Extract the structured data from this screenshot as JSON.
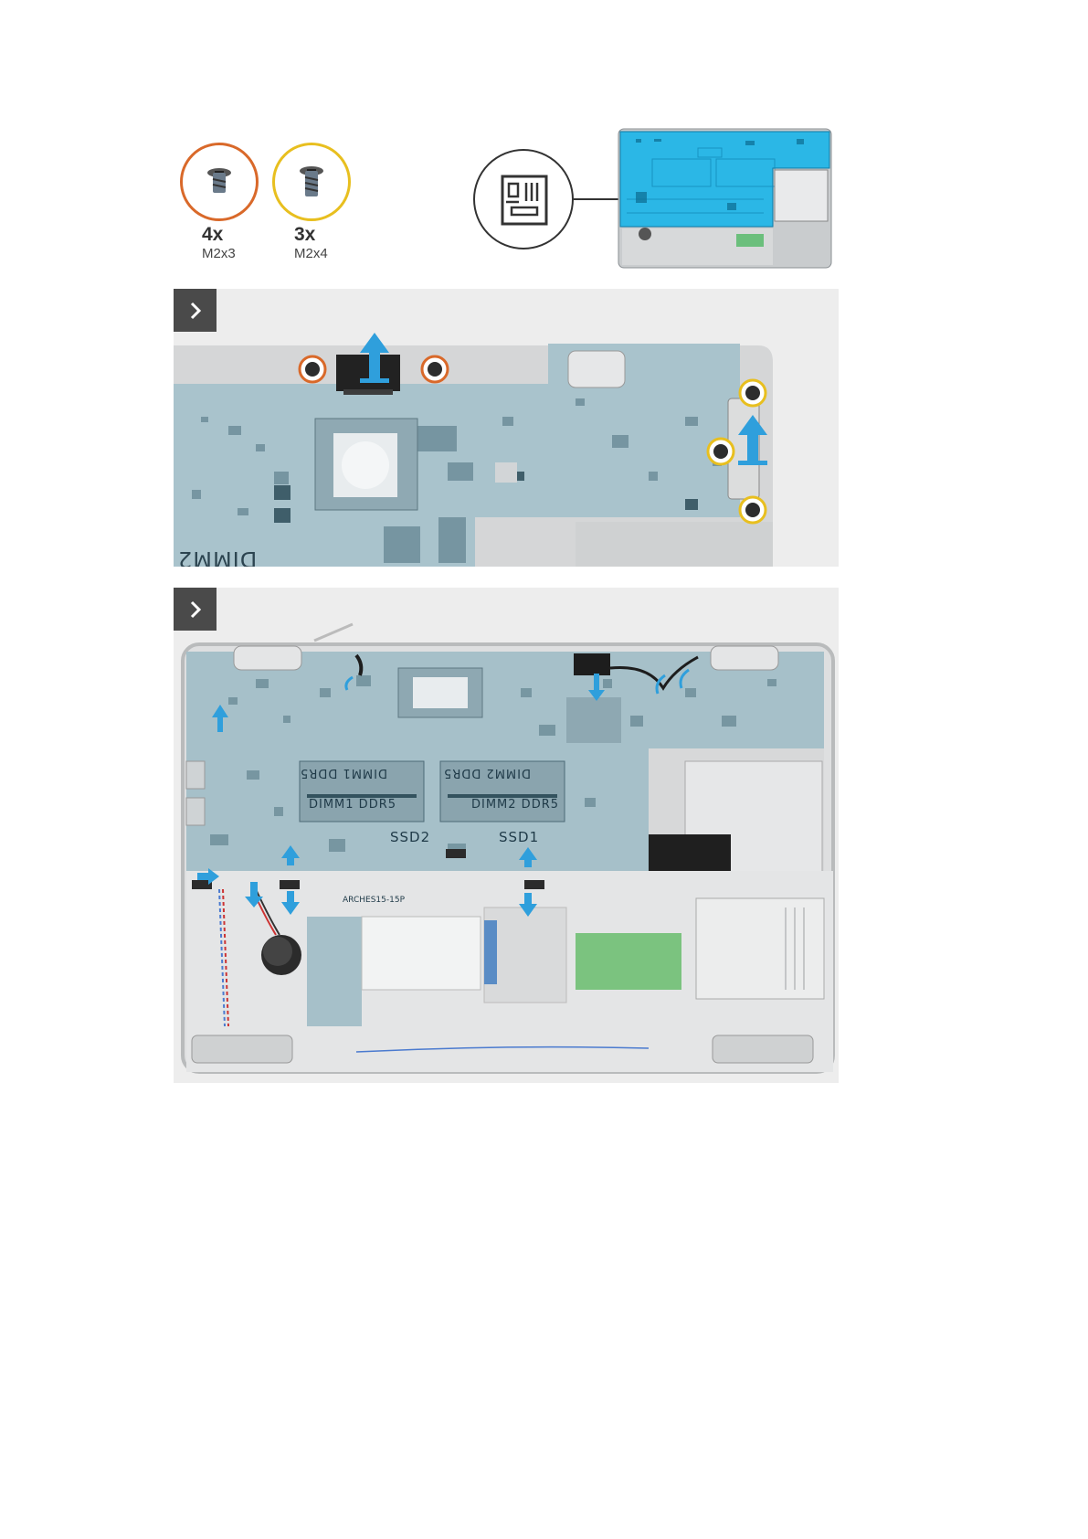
{
  "screws": [
    {
      "count": "4x",
      "size": "M2x3",
      "ring_color": "#d9692a"
    },
    {
      "count": "3x",
      "size": "M2x4",
      "ring_color": "#e8bf1f"
    }
  ],
  "icons": {
    "component": "system-board-icon",
    "step": "chevron-right-icon",
    "arrow": "blue-arrow-icon"
  },
  "board_labels": {
    "dimm1": "DIMM1 DDR5",
    "dimm2": "DIMM2 DDR5",
    "dimm1_mirror": "DIMM1 DDR5",
    "dimm2_mirror": "DIMM2 DDR5",
    "ssd2": "SSD2",
    "ssd1": "SSD1",
    "arches": "ARCHES15-15P",
    "dimm2_partial": "DIMM2"
  },
  "colors": {
    "accent_arrow": "#2f9fdc",
    "highlight_blue": "#2bb7e6",
    "panel_bg": "#ededed",
    "step_badge": "#4a4a4a"
  }
}
